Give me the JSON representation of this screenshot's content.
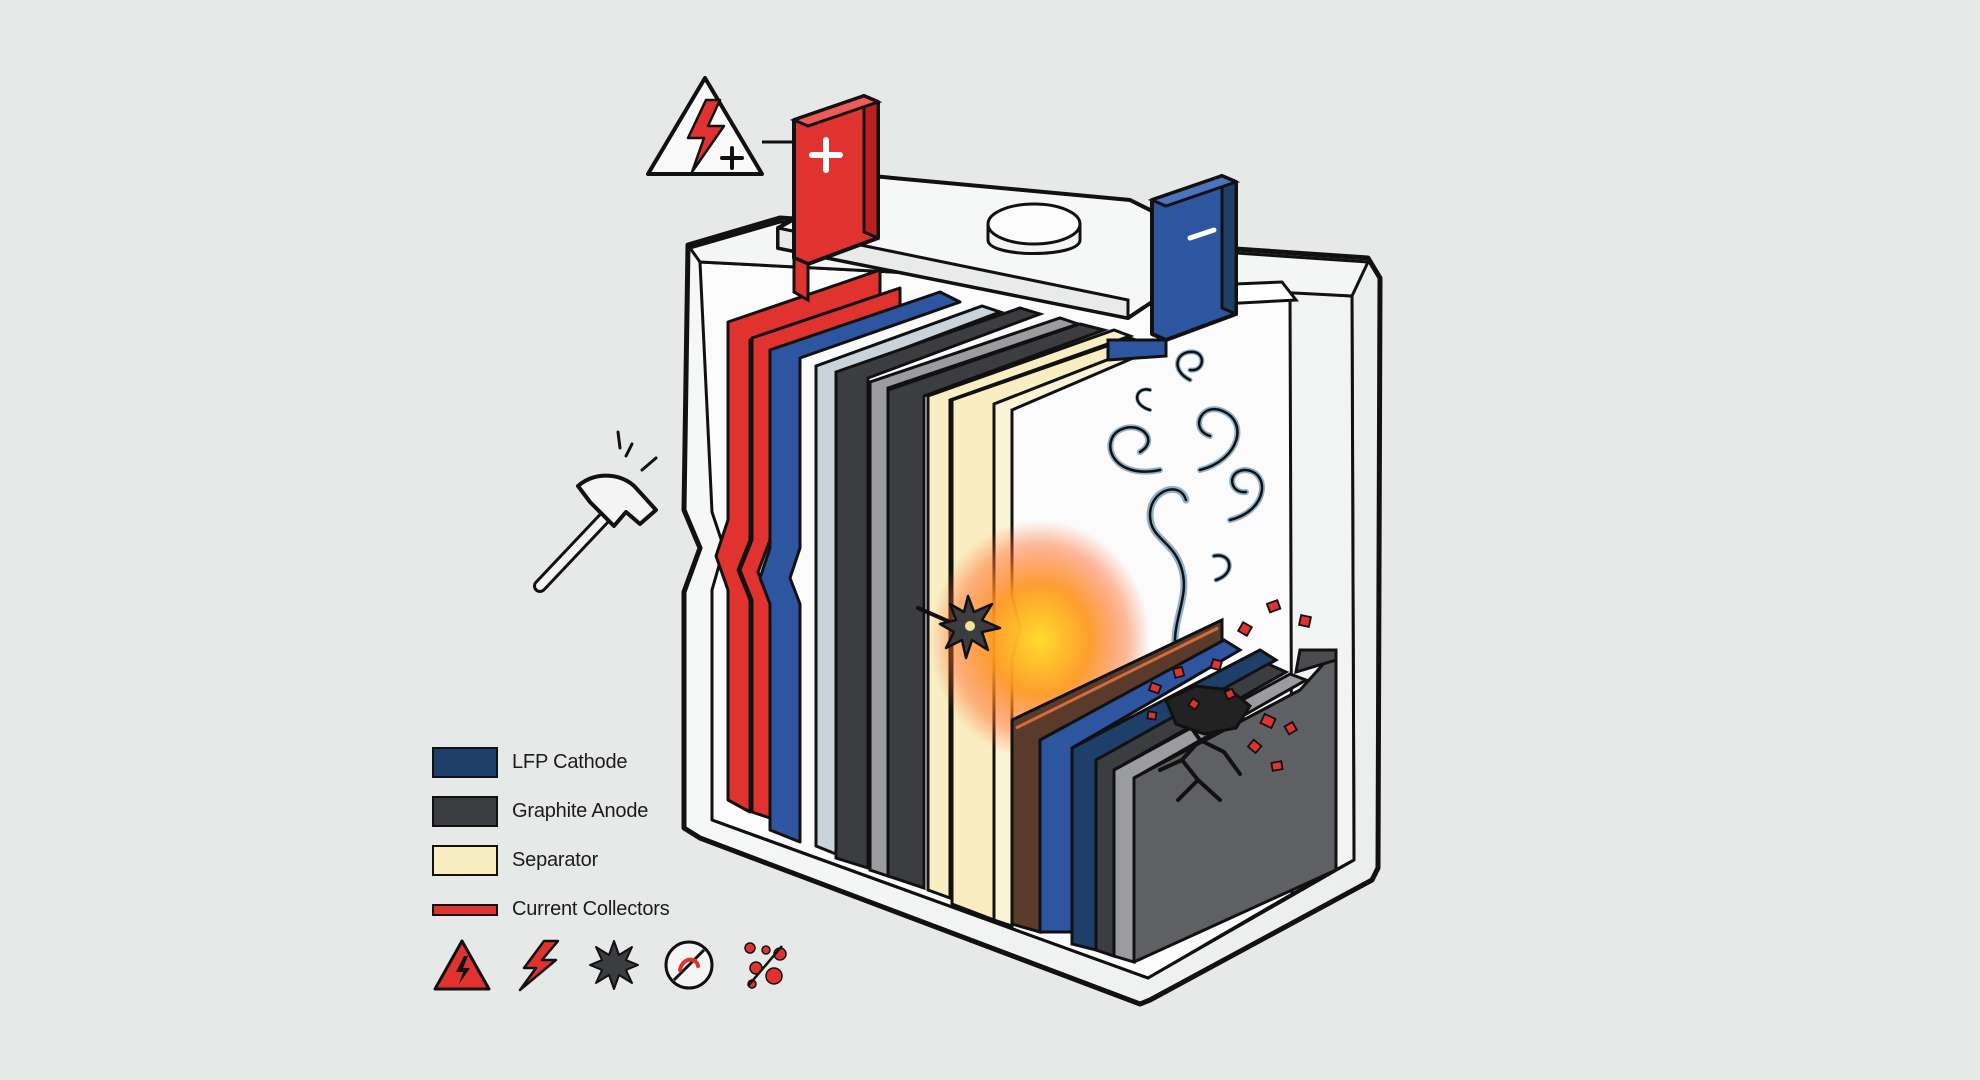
{
  "diagram": {
    "terminals": {
      "positive": {
        "symbol": "+",
        "color": "#e0322f"
      },
      "negative": {
        "symbol": "−",
        "color": "#2e55a0"
      }
    }
  },
  "legend": {
    "items": [
      {
        "label": "LFP Cathode",
        "color": "#1f3f6b",
        "style": "block"
      },
      {
        "label": "Graphite Anode",
        "color": "#3b3d40",
        "style": "block"
      },
      {
        "label": "Separator",
        "color": "#f9edc2",
        "style": "block"
      },
      {
        "label": "Current Collectors",
        "color": "#e0322f",
        "style": "line"
      }
    ],
    "hazard_icons": [
      "electrical-hazard-warning-icon",
      "lightning-icon",
      "explosion-icon",
      "no-symbol-icon",
      "particles-icon"
    ]
  },
  "colors": {
    "background": "#e7e9e8",
    "hazard_red": "#e0322f",
    "cathode_blue": "#2e55a0",
    "anode_dark": "#3b3d40",
    "separator": "#f9edc2",
    "outline": "#111111"
  }
}
